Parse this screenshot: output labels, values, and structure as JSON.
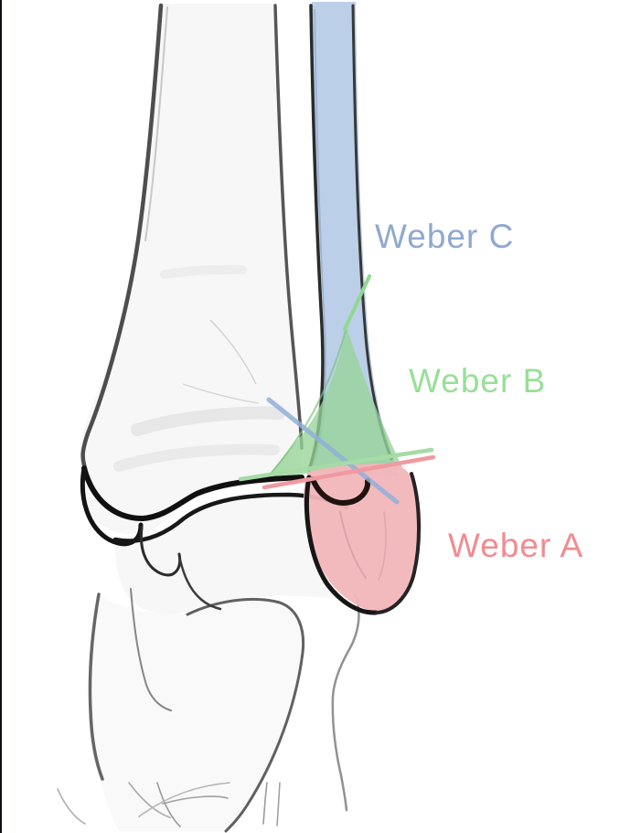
{
  "labels": {
    "weber_c": {
      "text": "Weber C",
      "color": "#8fa9cf"
    },
    "weber_b": {
      "text": "Weber B",
      "color": "#98df98"
    },
    "weber_a": {
      "text": "Weber A",
      "color": "#f28b8f"
    }
  },
  "zones": {
    "weber_c_zone": {
      "color": "#b0c7e5"
    },
    "weber_b_zone": {
      "color": "#97d497"
    },
    "weber_a_zone": {
      "color": "#f2b6bb"
    }
  },
  "fracture_lines": {
    "blue_oblique": {
      "color": "#8fafd8"
    },
    "green_apex": {
      "color": "#90d890"
    },
    "green_level": {
      "color": "#a5dba5"
    },
    "pink_level": {
      "color": "#ef9aa0"
    }
  },
  "sketch": {
    "ink": "#1c1c1c",
    "paper": "#ffffff",
    "left_edge": "#0d1117"
  }
}
